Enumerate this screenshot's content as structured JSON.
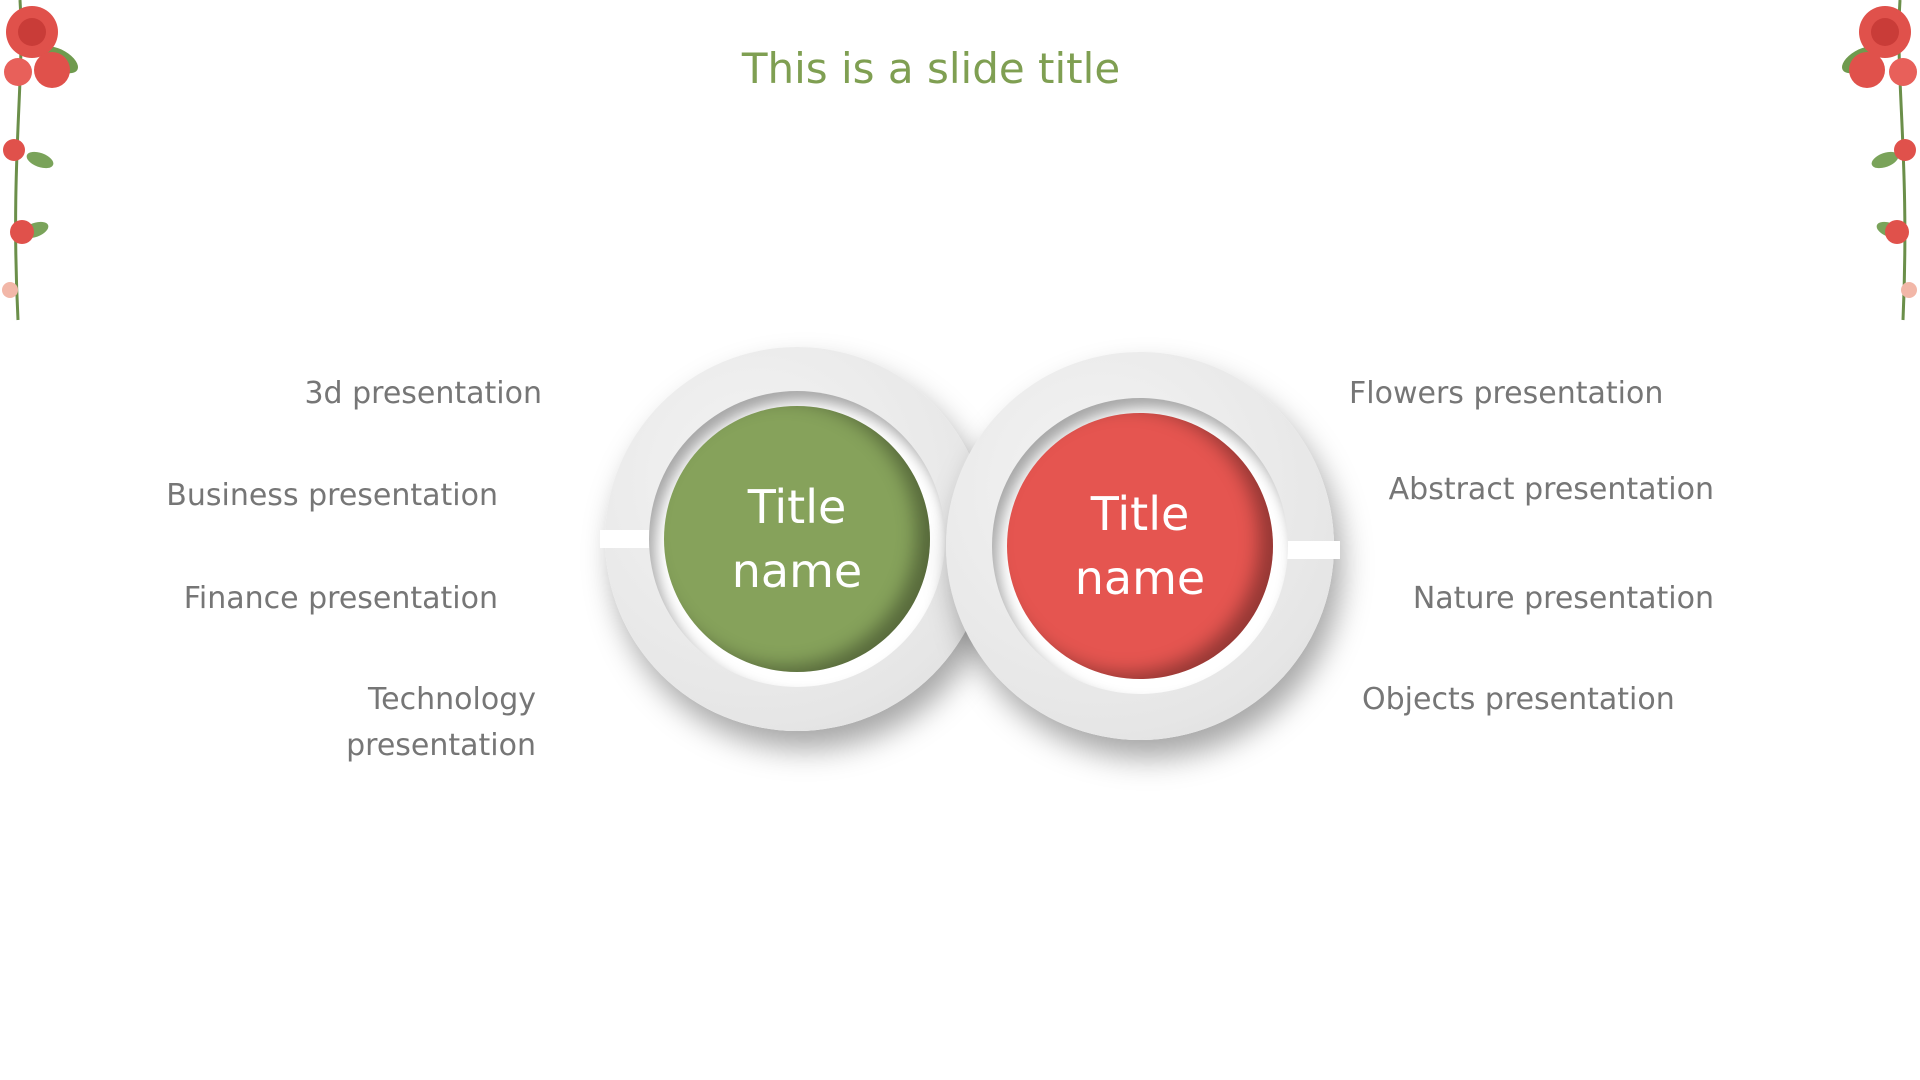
{
  "slide": {
    "title": "This is a slide title"
  },
  "left_circle": {
    "line1": "Title",
    "line2": "name",
    "color": "#86a25b"
  },
  "right_circle": {
    "line1": "Title",
    "line2": "name",
    "color": "#e55550"
  },
  "left_labels": [
    "3d presentation",
    "Business presentation",
    "Finance presentation",
    "Technology",
    "presentation"
  ],
  "right_labels": [
    "Flowers presentation",
    "Abstract presentation",
    "Nature presentation",
    "Objects presentation"
  ],
  "colors": {
    "title": "#7f9f52",
    "label": "#767676"
  }
}
